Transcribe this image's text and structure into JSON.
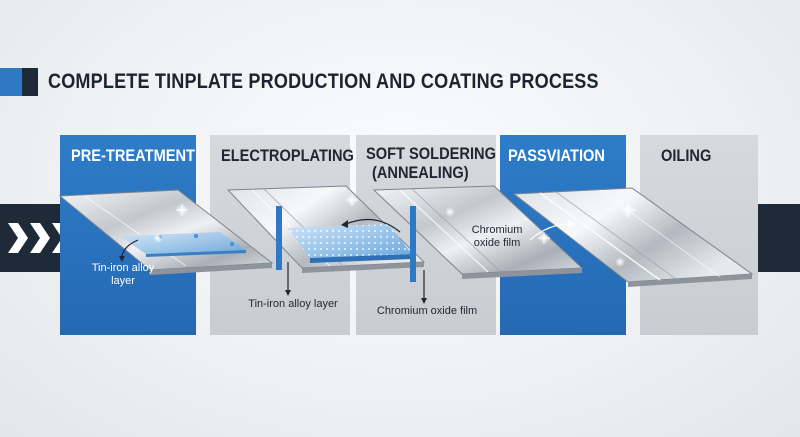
{
  "title": "COMPLETE TINPLATE PRODUCTION AND COATING PROCESS",
  "stages": [
    {
      "title": "PRE-TREATMENT",
      "theme": "blue"
    },
    {
      "title": "ELECTROPLATING",
      "theme": "grey"
    },
    {
      "title": "SOFT SOLDERING",
      "subtitle": "(ANNEALING)",
      "theme": "grey"
    },
    {
      "title": "PASSVIATION",
      "theme": "blue"
    },
    {
      "title": "OILING",
      "theme": "grey"
    }
  ],
  "labels": {
    "pretreatment_line1": "Tin-iron alloy",
    "pretreatment_line2": "layer",
    "electroplating": "Tin-iron alloy layer",
    "annealing": "Chromium oxide film",
    "passivation_line1": "Chromium",
    "passivation_line2": "oxide film"
  },
  "colors": {
    "accent_blue": "#2f78c4",
    "dark_navy": "#1f2a38",
    "panel_grey": "#d2d5d9"
  },
  "icons": [
    "chevron-right-icon",
    "sparkle-icon",
    "arrow-icon"
  ]
}
